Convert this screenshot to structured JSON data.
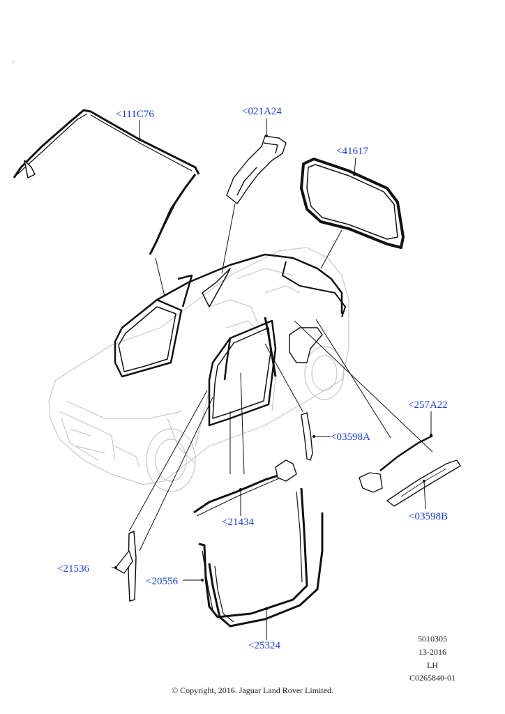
{
  "callouts": {
    "c111C76": "<111C76",
    "c021A24": "<021A24",
    "c41617": "<41617",
    "c257A22": "<257A22",
    "c03598A": "<03598A",
    "c21434": "<21434",
    "c03598B": "<03598B",
    "c21536": "<21536",
    "c20556": "<20556",
    "c25324": "<25324"
  },
  "meta": {
    "line1": "5010305",
    "line2": "13-2016",
    "line3": "LH",
    "line4": "C0265840-01"
  },
  "copyright": "© Copyright, 2016. Jaguar Land Rover Limited.",
  "colors": {
    "callout": "#1a3fd1",
    "linework": "#111111",
    "vehicle_outline": "#c8c8c8"
  }
}
